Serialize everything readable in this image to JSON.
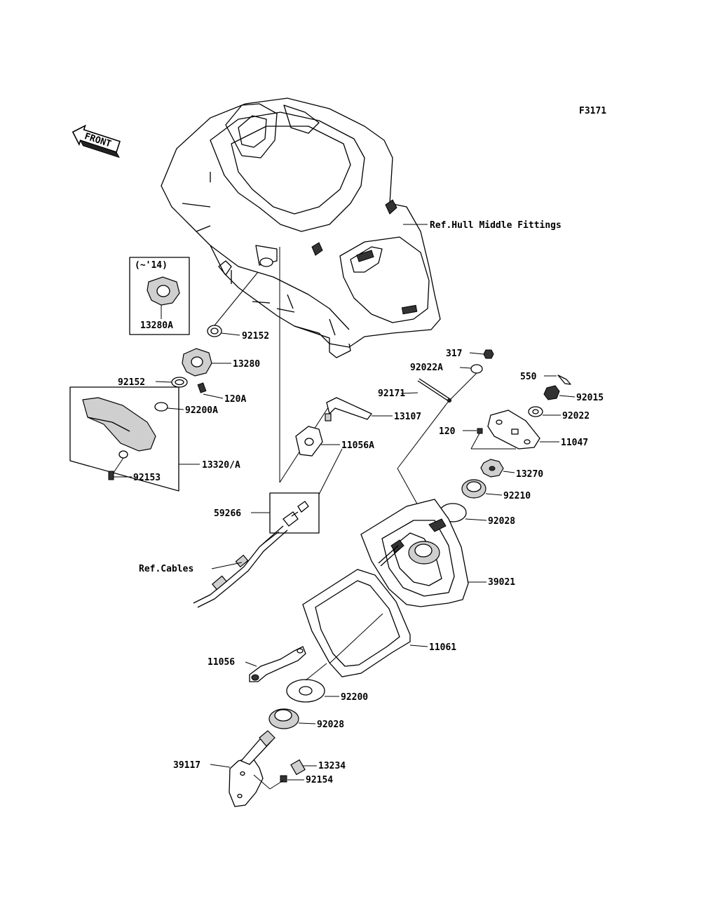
{
  "figure_code": "F3171",
  "front_arrow_text": "FRONT",
  "inset_year": "(~'14)",
  "labels": {
    "ref_hull": "Ref.Hull Middle Fittings",
    "ref_cables": "Ref.Cables",
    "p13280A": "13280A",
    "p92152a": "92152",
    "p13280": "13280",
    "p92152b": "92152",
    "p120A": "120A",
    "p92200A": "92200A",
    "p92153": "92153",
    "p13320A": "13320/A",
    "p317": "317",
    "p92022A": "92022A",
    "p92171": "92171",
    "p550": "550",
    "p92015": "92015",
    "p13107": "13107",
    "p92022": "92022",
    "p120": "120",
    "p11047": "11047",
    "p11056A": "11056A",
    "p13270": "13270",
    "p92210": "92210",
    "p59266": "59266",
    "p92028a": "92028",
    "p39021": "39021",
    "p11061": "11061",
    "p11056": "11056",
    "p92200": "92200",
    "p92028b": "92028",
    "p39117": "39117",
    "p13234": "13234",
    "p92154": "92154"
  }
}
